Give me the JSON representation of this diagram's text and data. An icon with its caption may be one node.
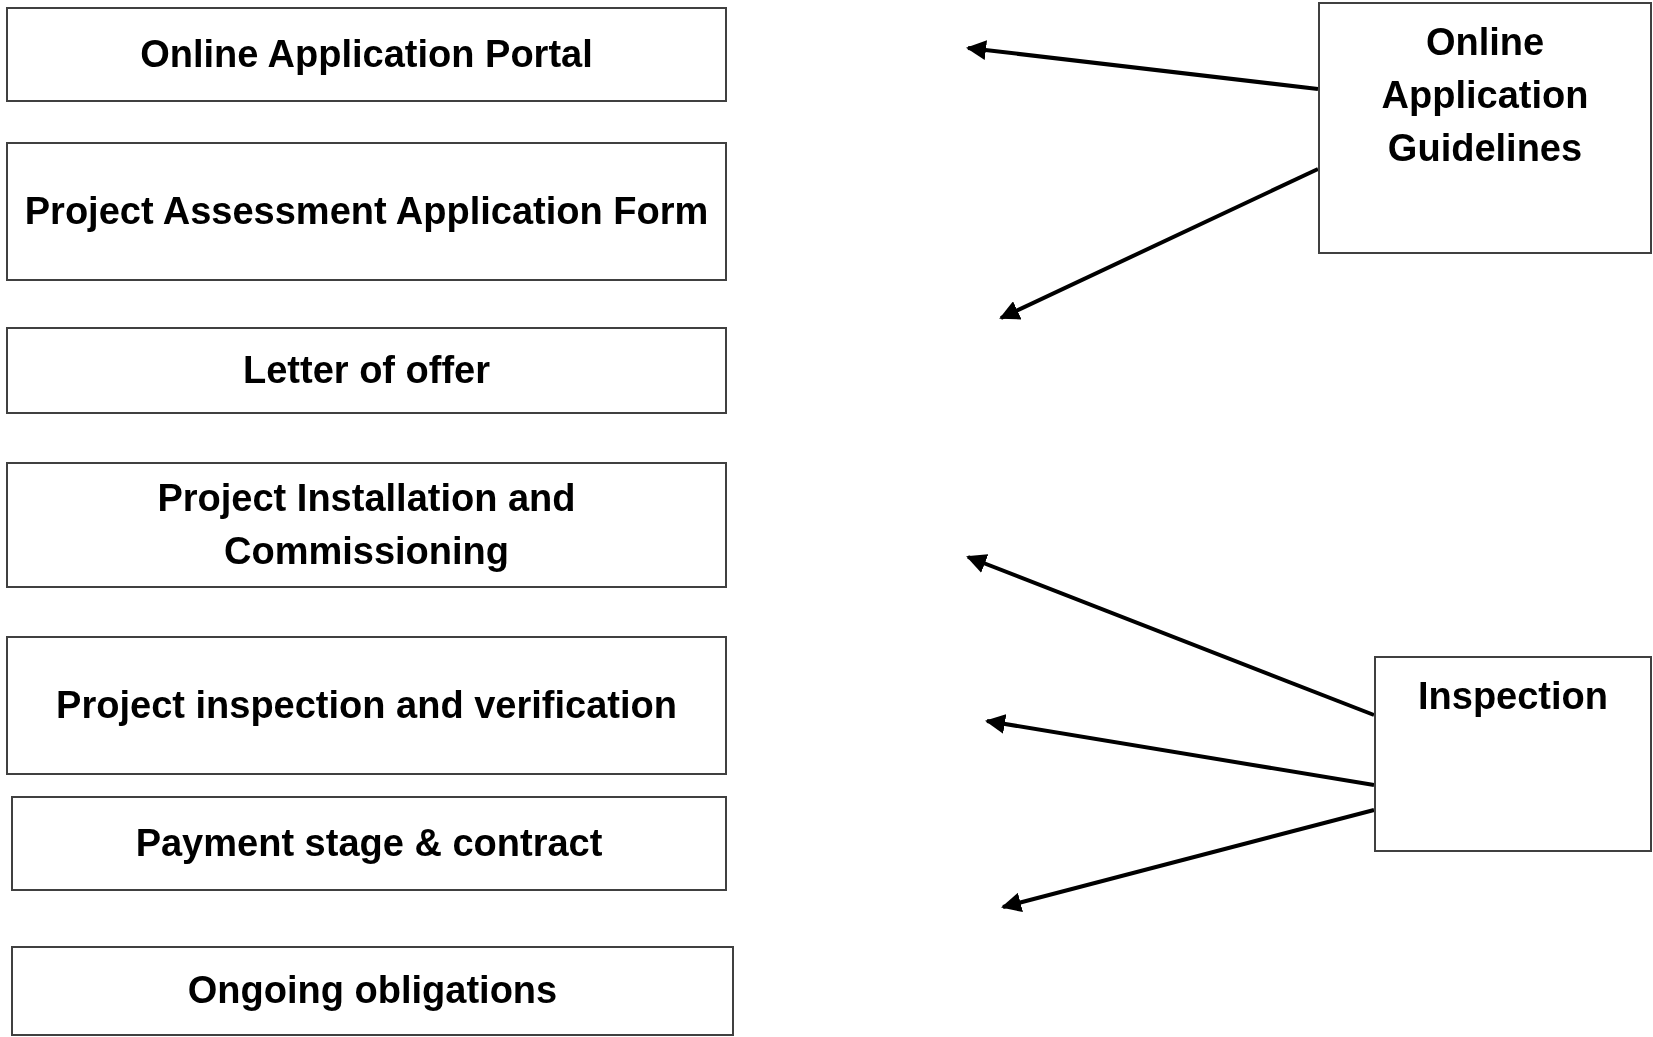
{
  "diagram": {
    "nodes": [
      {
        "text": [
          "Online Application Portal"
        ]
      },
      {
        "text": [
          "Project Assessment Application Form"
        ]
      },
      {
        "text": [
          "Letter of offer"
        ]
      },
      {
        "text": [
          "Project Installation and Commissioning"
        ]
      },
      {
        "text": [
          "Project inspection and verification"
        ]
      },
      {
        "text": [
          "Payment stage & contract"
        ]
      },
      {
        "text": [
          "Ongoing obligations"
        ]
      },
      {
        "text": [
          "Online Application Guidelines"
        ]
      },
      {
        "text": [
          "Inspection"
        ]
      }
    ],
    "edges": [
      {
        "from": 7,
        "to": null,
        "arrow": "to"
      },
      {
        "from": 7,
        "to": null,
        "arrow": "to"
      },
      {
        "from": 8,
        "to": null,
        "arrow": "to"
      },
      {
        "from": 8,
        "to": null,
        "arrow": "to"
      },
      {
        "from": 8,
        "to": null,
        "arrow": "to"
      }
    ]
  }
}
